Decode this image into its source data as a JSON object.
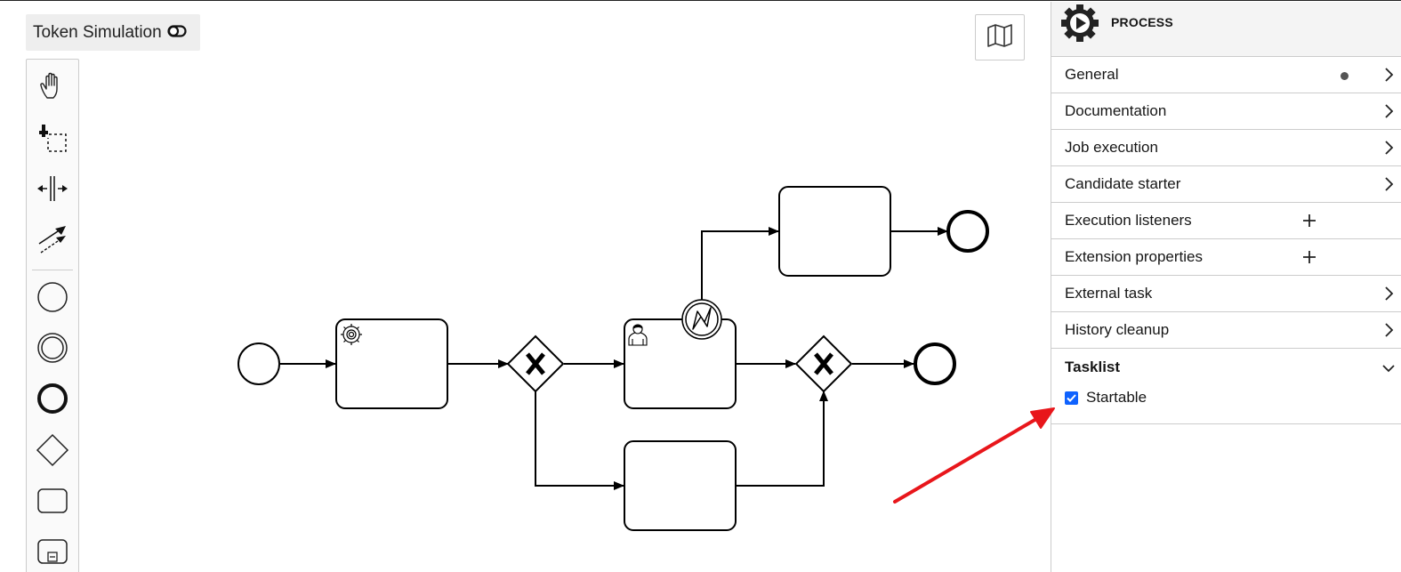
{
  "toolbar": {
    "token_simulation_label": "Token Simulation"
  },
  "palette": {
    "tools": [
      {
        "name": "hand-tool",
        "icon": "hand-icon"
      },
      {
        "name": "lasso-tool",
        "icon": "lasso-icon"
      },
      {
        "name": "space-tool",
        "icon": "space-icon"
      },
      {
        "name": "global-connect-tool",
        "icon": "connect-icon"
      },
      {
        "name": "create-start-event",
        "icon": "start-event-icon"
      },
      {
        "name": "create-intermediate-event",
        "icon": "intermediate-event-icon"
      },
      {
        "name": "create-end-event",
        "icon": "end-event-icon"
      },
      {
        "name": "create-gateway",
        "icon": "gateway-icon"
      },
      {
        "name": "create-task",
        "icon": "task-icon"
      },
      {
        "name": "create-subprocess",
        "icon": "subprocess-icon"
      }
    ]
  },
  "panel": {
    "title": "PROCESS",
    "groups": [
      {
        "label": "General",
        "has_dot": true,
        "control": "chevron"
      },
      {
        "label": "Documentation",
        "control": "chevron"
      },
      {
        "label": "Job execution",
        "control": "chevron"
      },
      {
        "label": "Candidate starter",
        "control": "chevron"
      },
      {
        "label": "Execution listeners",
        "control": "plus"
      },
      {
        "label": "Extension properties",
        "control": "plus"
      },
      {
        "label": "External task",
        "control": "chevron"
      },
      {
        "label": "History cleanup",
        "control": "chevron"
      },
      {
        "label": "Tasklist",
        "control": "chevron-down",
        "open": true
      }
    ],
    "tasklist": {
      "startable_label": "Startable",
      "startable_checked": true
    }
  },
  "colors": {
    "checkbox": "#0f62fe",
    "annotation_arrow": "#e8161b"
  }
}
